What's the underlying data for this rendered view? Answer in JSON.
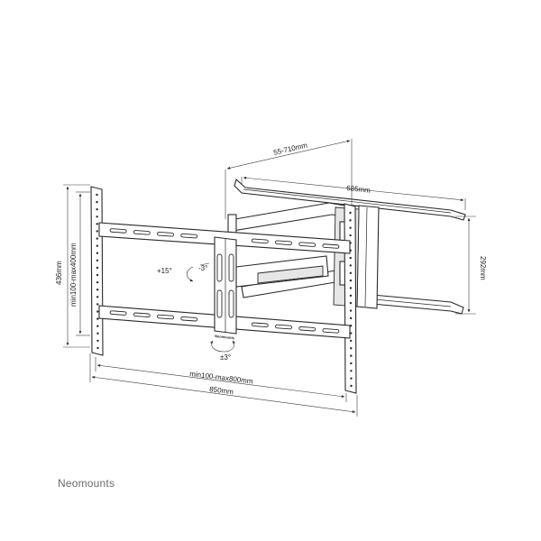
{
  "brand": "Neomounts",
  "dimensions": {
    "arm_extension": "55-710mm",
    "arm_width": "685mm",
    "arm_height": "292mm",
    "total_height": "436mm",
    "vesa_height": "min100-max400mm",
    "vesa_width": "min100-max800mm",
    "total_width": "850mm"
  },
  "angles": {
    "tilt_up": "+15°",
    "tilt_down": "-3°",
    "rotation": "±3°"
  },
  "plate_label": "Neomounts"
}
